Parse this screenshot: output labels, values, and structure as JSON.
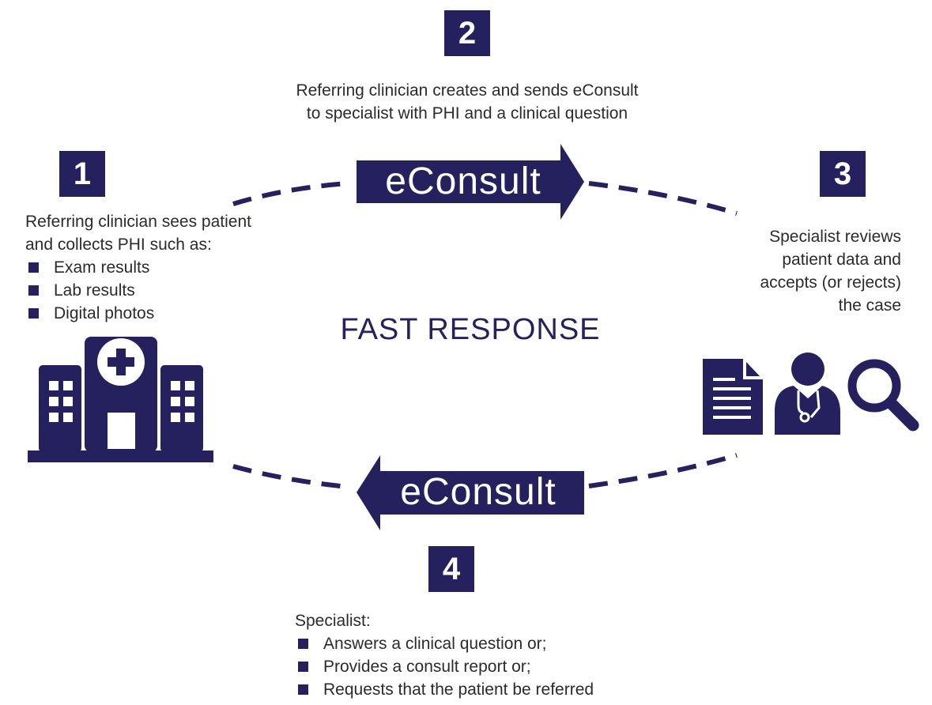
{
  "steps": [
    {
      "number": "1",
      "lines": [
        "Referring clinician sees patient",
        "and collects PHI such as:"
      ],
      "bullets": [
        "Exam results",
        "Lab results",
        "Digital photos"
      ]
    },
    {
      "number": "2",
      "lines": [
        "Referring clinician creates and sends eConsult",
        "to specialist with PHI and a clinical question"
      ]
    },
    {
      "number": "3",
      "lines": [
        "Specialist reviews",
        "patient data and",
        "accepts (or rejects)",
        "the case"
      ]
    },
    {
      "number": "4",
      "lines": [
        "Specialist:"
      ],
      "bullets": [
        "Answers a clinical question or;",
        "Provides a consult report or;",
        "Requests that the patient be referred"
      ]
    }
  ],
  "arrows": {
    "top_label": "eConsult",
    "bottom_label": "eConsult"
  },
  "center_label": "FAST RESPONSE",
  "colors": {
    "accent": "#25215e",
    "text": "#2b2b2b"
  },
  "icons": [
    "hospital-icon",
    "document-icon",
    "doctor-icon",
    "magnifier-icon"
  ]
}
